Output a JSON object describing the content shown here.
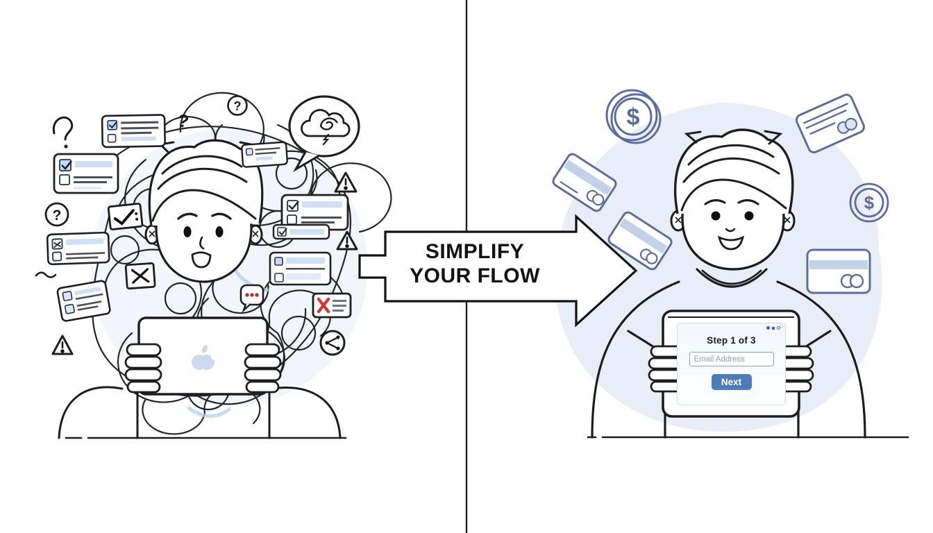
{
  "banner": {
    "line1": "SIMPLIFY",
    "line2": "YOUR FLOW"
  },
  "onboarding_card": {
    "step_label": "Step 1 of 3",
    "email_placeholder": "Email Address",
    "next_label": "Next"
  },
  "glyphs": {
    "question_mark": "?",
    "dollar": "$"
  },
  "colors": {
    "ink": "#1d1d1f",
    "fintech_outline": "#5c6c9c",
    "fintech_stripe": "#c4d2e8",
    "blob_bg": "#e8edf7",
    "button_blue": "#4d7cba",
    "input_border": "#7da3d8",
    "placeholder_gray": "#969ea8",
    "checkbox_blue": "#c6d9f2",
    "bar_blue": "#cfe0f4",
    "error_red": "#d23b31",
    "apple_logo_blue": "#cdd9ef",
    "chrome_dot_blue": "#3b5fa8",
    "typing_dots_red": "#a8382e",
    "scribble_highlight_blue": "#a9cdec"
  },
  "left_scene": {
    "label": "cluttered-confused-user",
    "icons": [
      "question-mark-icon",
      "checklist-card",
      "confused-cloud-bubble-icon",
      "warning-triangle-icon",
      "checkmark-box-icon",
      "x-box-icon",
      "error-list-card",
      "typing-dots-bubble-icon",
      "share-nodes-icon",
      "tablet-with-apple-logo"
    ]
  },
  "right_scene": {
    "label": "happy-simplified-user",
    "icons": [
      "dollar-coin-icon",
      "credit-card-icon",
      "tablet-with-onboarding-form"
    ]
  }
}
